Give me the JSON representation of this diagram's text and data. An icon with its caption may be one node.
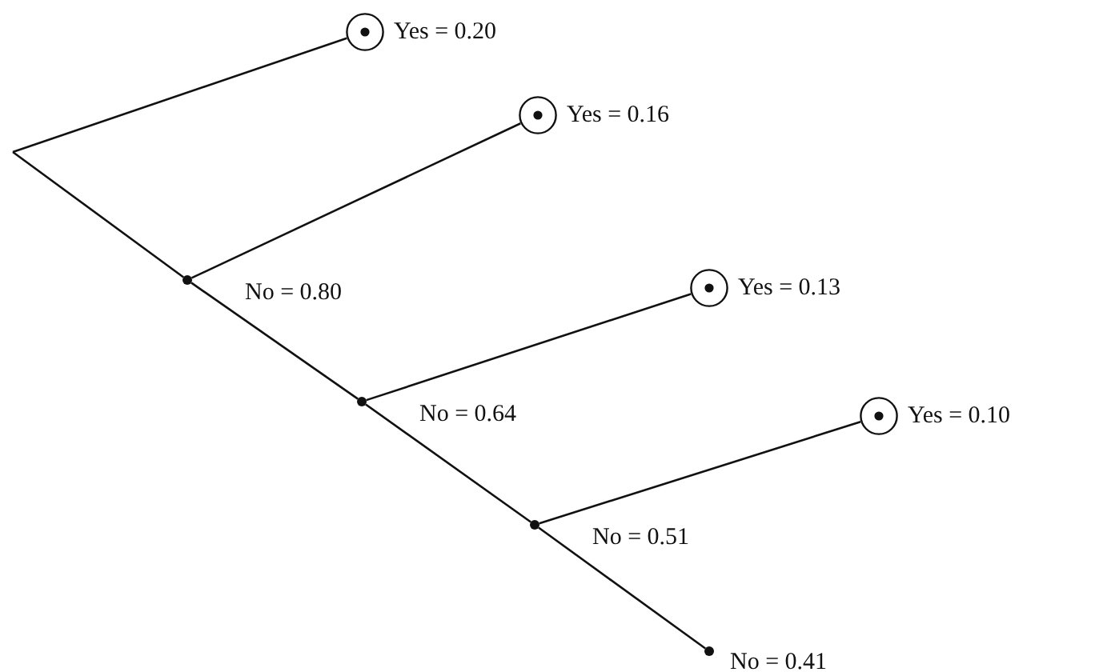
{
  "diagram": {
    "nodes": [
      {
        "text": [],
        "shape": "circle",
        "beside": [
          "Yes = 0.20"
        ]
      },
      {
        "text": [],
        "shape": "circle",
        "beside": [
          "Yes = 0.16"
        ]
      },
      {
        "text": [],
        "shape": "dot",
        "beside": [
          "No = 0.80"
        ]
      },
      {
        "text": [],
        "shape": "circle",
        "beside": [
          "Yes = 0.13"
        ]
      },
      {
        "text": [],
        "shape": "dot",
        "beside": [
          "No = 0.64"
        ]
      },
      {
        "text": [],
        "shape": "circle",
        "beside": [
          "Yes = 0.10"
        ]
      },
      {
        "text": [],
        "shape": "dot",
        "beside": [
          "No = 0.51"
        ]
      },
      {
        "text": [],
        "shape": "dot",
        "beside": [
          "No = 0.41"
        ]
      }
    ],
    "edges": [
      {
        "from": null,
        "to": 0,
        "arrow": "none"
      },
      {
        "from": null,
        "to": 2,
        "arrow": "none"
      },
      {
        "from": 2,
        "to": 1,
        "arrow": "none"
      },
      {
        "from": 2,
        "to": 4,
        "arrow": "none"
      },
      {
        "from": 4,
        "to": 3,
        "arrow": "none"
      },
      {
        "from": 4,
        "to": 6,
        "arrow": "none"
      },
      {
        "from": 6,
        "to": 5,
        "arrow": "none"
      },
      {
        "from": 6,
        "to": 7,
        "arrow": "none"
      }
    ]
  }
}
